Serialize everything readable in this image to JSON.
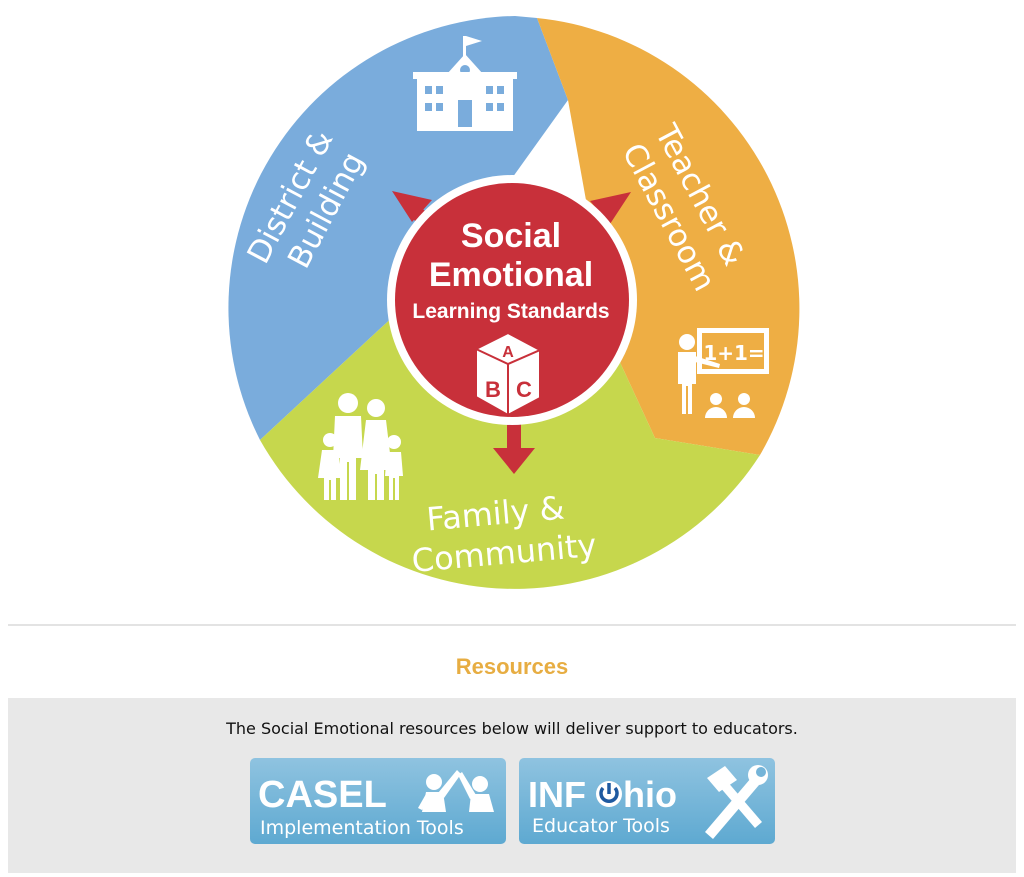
{
  "diagram": {
    "center": {
      "line1": "Social",
      "line2": "Emotional",
      "line3": "Learning Standards",
      "block_letters": [
        "A",
        "B",
        "C"
      ]
    },
    "segments": {
      "district": {
        "line1": "District &",
        "line2": "Building",
        "icon": "school-building-icon"
      },
      "teacher": {
        "line1": "Teacher &",
        "line2": "Classroom",
        "icon": "teacher-classroom-icon",
        "board_text": "1+1="
      },
      "family": {
        "line1": "Family &",
        "line2": "Community",
        "icon": "family-icon"
      }
    },
    "colors": {
      "district": "#7aacdc",
      "teacher": "#eeae44",
      "family": "#c6d74d",
      "center": "#c8303a"
    }
  },
  "resources": {
    "title": "Resources",
    "description": "The Social Emotional resources below will deliver support to educators.",
    "buttons": [
      {
        "title": "CASEL",
        "subtitle": "Implementation Tools",
        "icon": "high-five-icon"
      },
      {
        "title_pre": "INF",
        "title_post": "hio",
        "subtitle": "Educator Tools",
        "icon": "wrench-hammer-icon"
      }
    ]
  }
}
